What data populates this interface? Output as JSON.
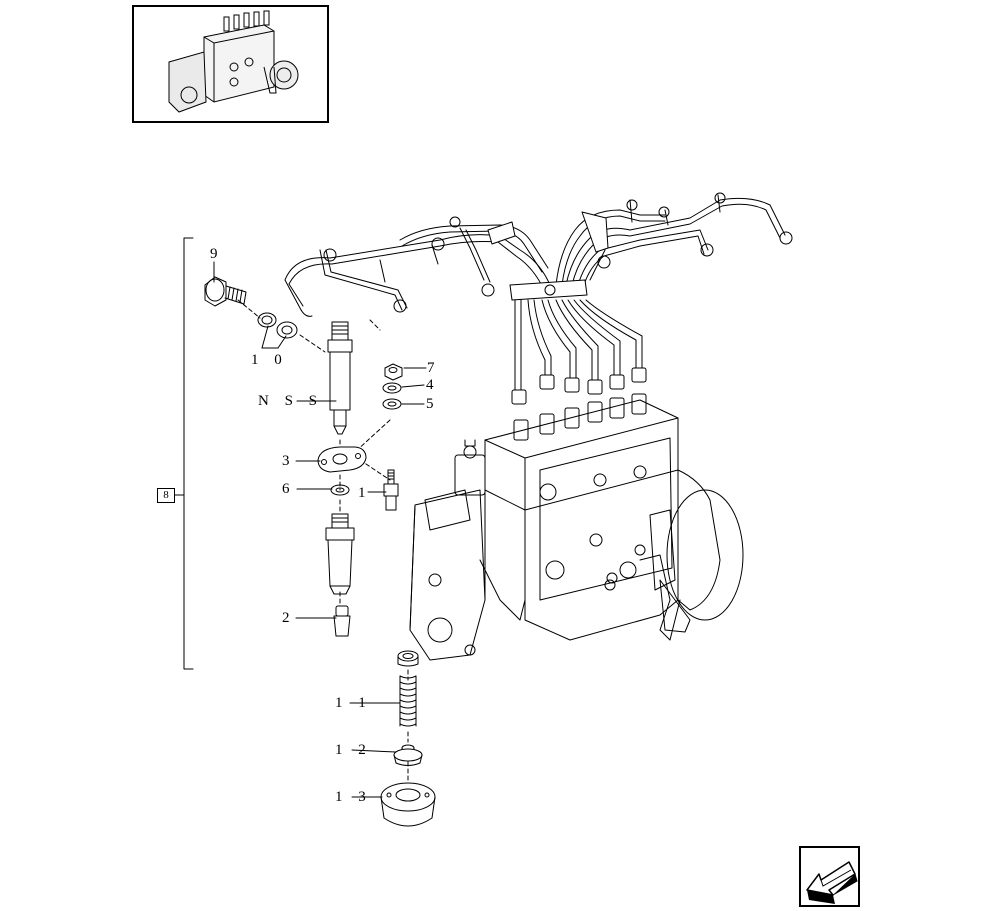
{
  "callouts": {
    "c9": "9",
    "c10": "1 0",
    "cnss": "N S S",
    "c7": "7",
    "c4": "4",
    "c5": "5",
    "c3": "3",
    "c6": "6",
    "c1": "1",
    "c2": "2",
    "c11": "1 1",
    "c12": "1 2",
    "c13": "1 3"
  },
  "group_label": "8",
  "icons": {
    "navigation": "arrow-back-icon",
    "thumbnail": "injection-pump-thumbnail"
  }
}
